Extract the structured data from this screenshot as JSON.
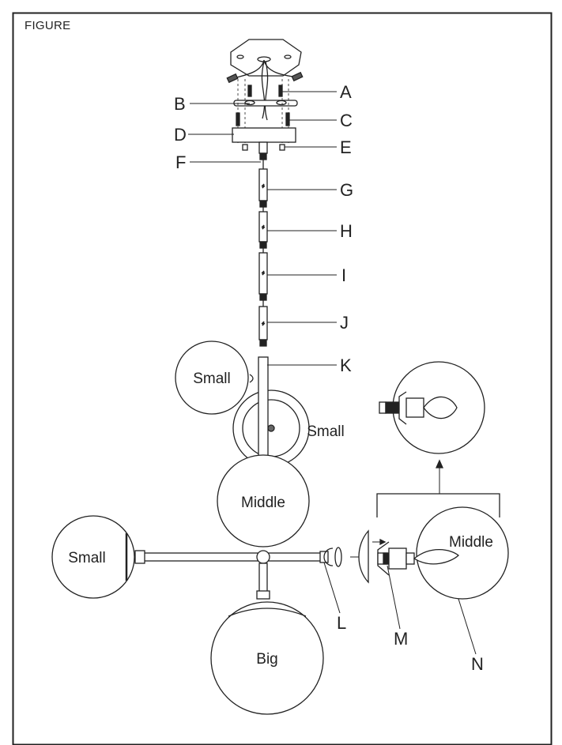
{
  "title": "FIGURE",
  "callouts": {
    "A": "A",
    "B": "B",
    "C": "C",
    "D": "D",
    "E": "E",
    "F": "F",
    "G": "G",
    "H": "H",
    "I": "I",
    "J": "J",
    "K": "K",
    "L": "L",
    "M": "M",
    "N": "N"
  },
  "globes": {
    "small_upper_left": "Small",
    "small_upper_right": "Small",
    "middle_center": "Middle",
    "small_left": "Small",
    "big_bottom": "Big",
    "middle_detail": "Middle"
  }
}
